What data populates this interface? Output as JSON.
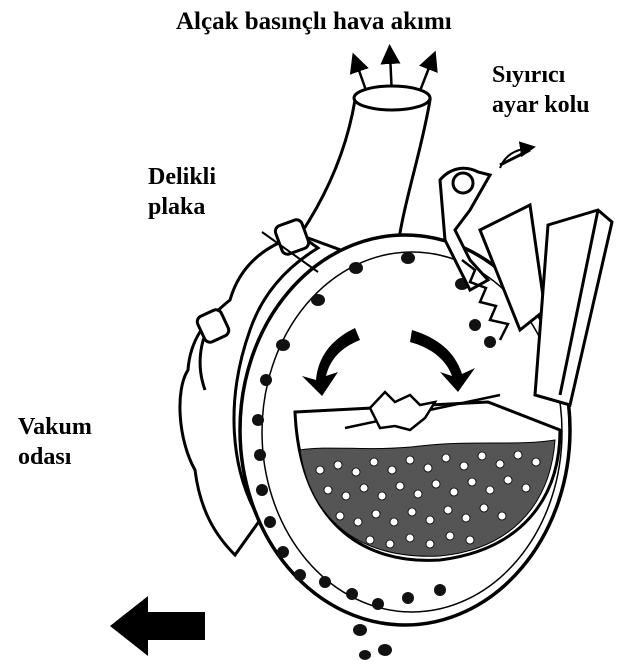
{
  "labels": {
    "airflow": "Alçak basınçlı hava akımı",
    "scraper_line1": "Sıyırıcı",
    "scraper_line2": "ayar kolu",
    "plate_line1": "Delikli",
    "plate_line2": "plaka",
    "vacuum_line1": "Vakum",
    "vacuum_line2": "odası"
  }
}
